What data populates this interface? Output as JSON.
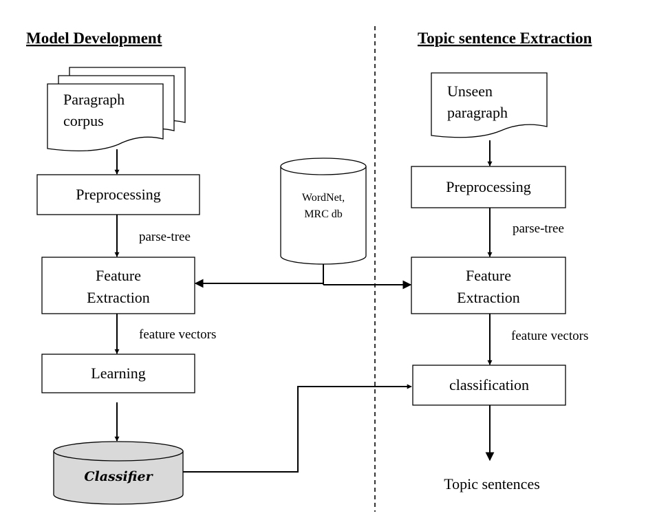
{
  "headings": {
    "left": "Model Development",
    "right": "Topic sentence Extraction"
  },
  "left": {
    "corpus_line1": "Paragraph",
    "corpus_line2": "corpus",
    "preprocessing": "Preprocessing",
    "parse_tree": "parse-tree",
    "feature_line1": "Feature",
    "feature_line2": "Extraction",
    "feature_vectors": "feature vectors",
    "learning": "Learning",
    "classifier": "Classifier"
  },
  "resource": {
    "line1": "WordNet,",
    "line2": "MRC db"
  },
  "right": {
    "unseen_line1": "Unseen",
    "unseen_line2": "paragraph",
    "preprocessing": "Preprocessing",
    "parse_tree": "parse-tree",
    "feature_line1": "Feature",
    "feature_line2": "Extraction",
    "feature_vectors": "feature vectors",
    "classification": "classification",
    "output": "Topic sentences"
  },
  "colors": {
    "classifier_fill": "#d9d9d9",
    "stroke": "#000000"
  }
}
